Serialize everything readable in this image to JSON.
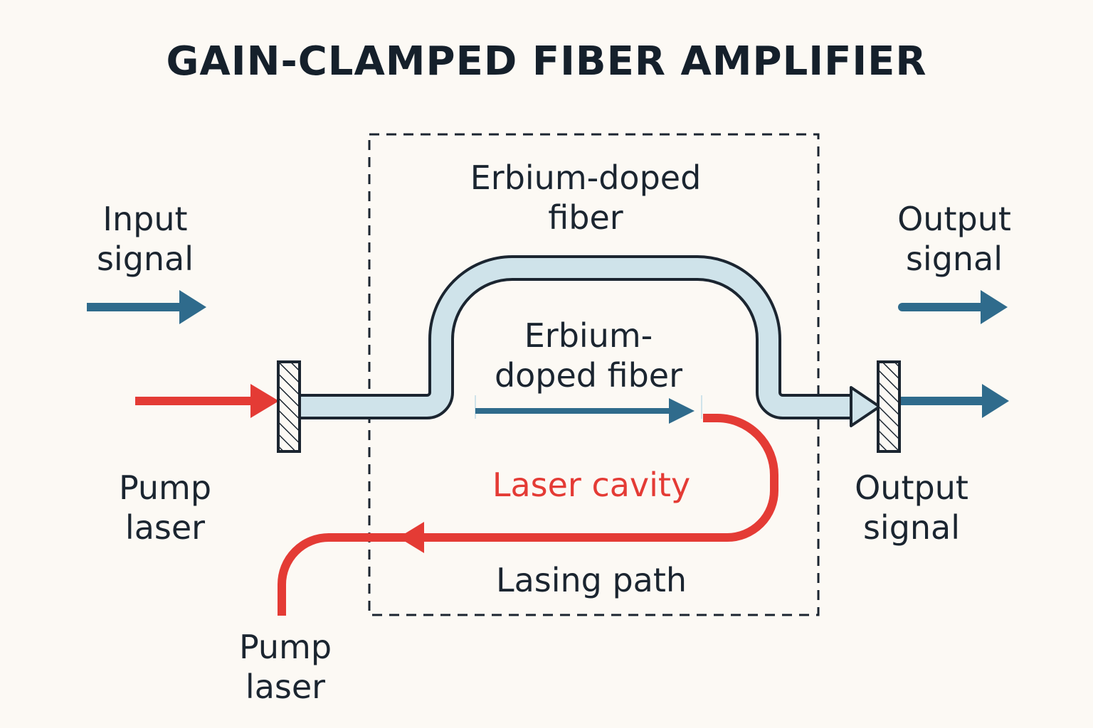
{
  "title": "GAIN-CLAMPED FIBER AMPLIFIER",
  "labels": {
    "input_signal": [
      "Input",
      "signal"
    ],
    "output_signal_top": [
      "Output",
      "signal"
    ],
    "output_signal_bottom": [
      "Output",
      "signal"
    ],
    "pump_laser_left": [
      "Pump",
      "laser"
    ],
    "pump_laser_bottom": [
      "Pump",
      "laser"
    ],
    "erbium_fiber_top": [
      "Erbium-doped",
      "fiber"
    ],
    "erbium_fiber_inner": [
      "Erbium-",
      "doped fiber"
    ],
    "laser_cavity": "Laser cavity",
    "lasing_path": "Lasing path"
  },
  "colors": {
    "background": "#fcf9f4",
    "signal_blue": "#2f6b8c",
    "pump_red": "#e43b35",
    "fiber_fill": "#cfe3ea",
    "outline": "#1b2530"
  }
}
